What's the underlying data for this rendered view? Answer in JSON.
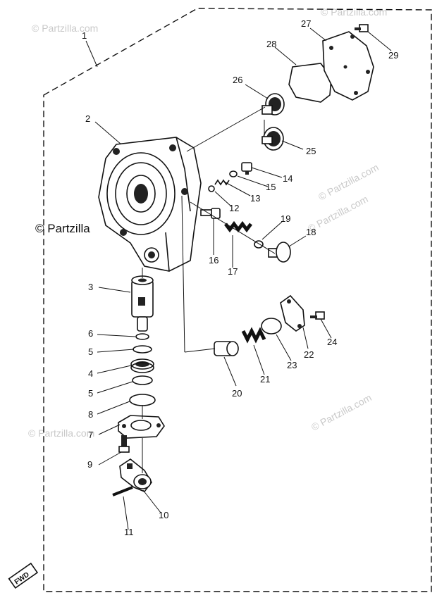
{
  "watermark": {
    "text": "© Partzilla.com",
    "text_short": "© Partzilla"
  },
  "callouts": [
    {
      "n": "1"
    },
    {
      "n": "2"
    },
    {
      "n": "3"
    },
    {
      "n": "4"
    },
    {
      "n": "5"
    },
    {
      "n": "5"
    },
    {
      "n": "6"
    },
    {
      "n": "7"
    },
    {
      "n": "8"
    },
    {
      "n": "9"
    },
    {
      "n": "10"
    },
    {
      "n": "11"
    },
    {
      "n": "12"
    },
    {
      "n": "13"
    },
    {
      "n": "14"
    },
    {
      "n": "15"
    },
    {
      "n": "16"
    },
    {
      "n": "17"
    },
    {
      "n": "18"
    },
    {
      "n": "19"
    },
    {
      "n": "20"
    },
    {
      "n": "21"
    },
    {
      "n": "22"
    },
    {
      "n": "23"
    },
    {
      "n": "24"
    },
    {
      "n": "25"
    },
    {
      "n": "26"
    },
    {
      "n": "27"
    },
    {
      "n": "28"
    },
    {
      "n": "29"
    }
  ],
  "fwd_badge": "FWD"
}
